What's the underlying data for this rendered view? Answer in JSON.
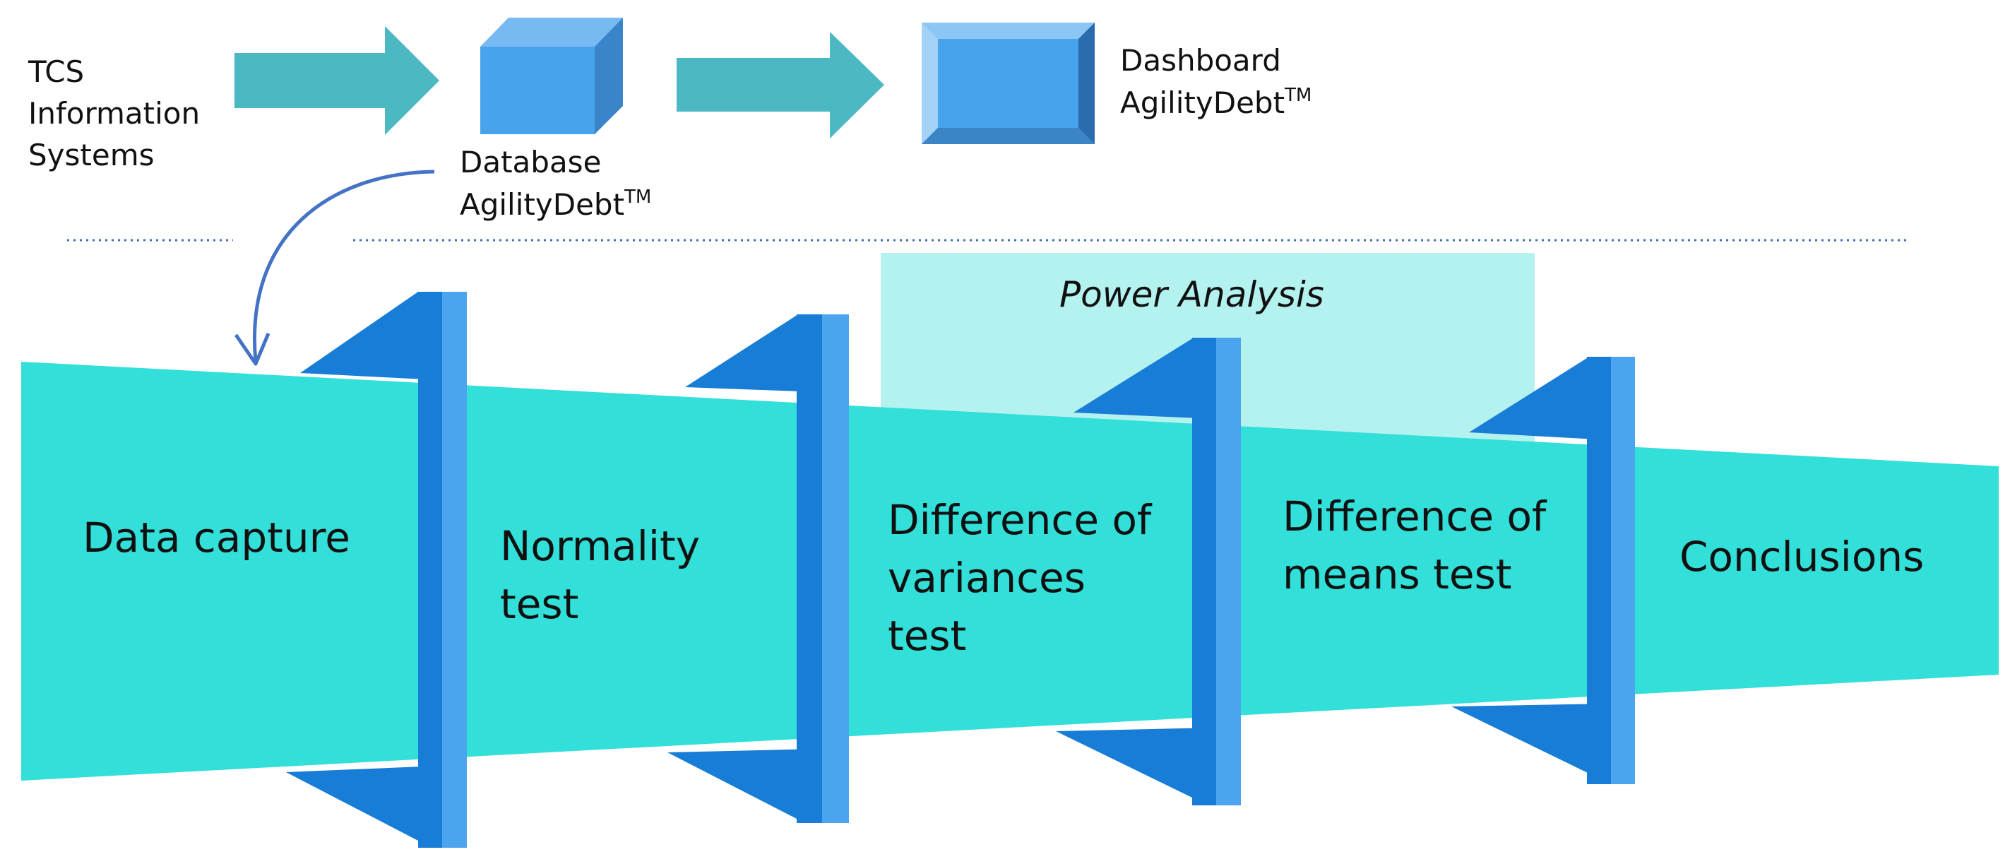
{
  "top": {
    "source_lines": [
      "TCS",
      "Information",
      "Systems"
    ],
    "database": {
      "line1": "Database",
      "line2": "AgilityDebt",
      "tm": "TM"
    },
    "dashboard": {
      "line1": "Dashboard",
      "line2": "AgilityDebt",
      "tm": "TM"
    }
  },
  "power_analysis": {
    "label": "Power Analysis"
  },
  "stages": [
    {
      "lines": [
        "Data capture"
      ]
    },
    {
      "lines": [
        "Normality",
        "test"
      ]
    },
    {
      "lines": [
        "Difference of",
        "variances",
        "test"
      ]
    },
    {
      "lines": [
        "Difference of",
        "means test"
      ]
    },
    {
      "lines": [
        "Conclusions"
      ]
    }
  ],
  "colors": {
    "funnel": "#33dfd9",
    "arrow": "#4bb8c4",
    "cube_front": "#47a3ec",
    "cube_top": "#77b9f1",
    "cube_side": "#3a85c9",
    "gate_dark": "#177dd6",
    "gate_light": "#4aa4ee",
    "power_bg": "#b4f2ef",
    "curve": "#4472c4",
    "divider": "#3c6fb5"
  }
}
